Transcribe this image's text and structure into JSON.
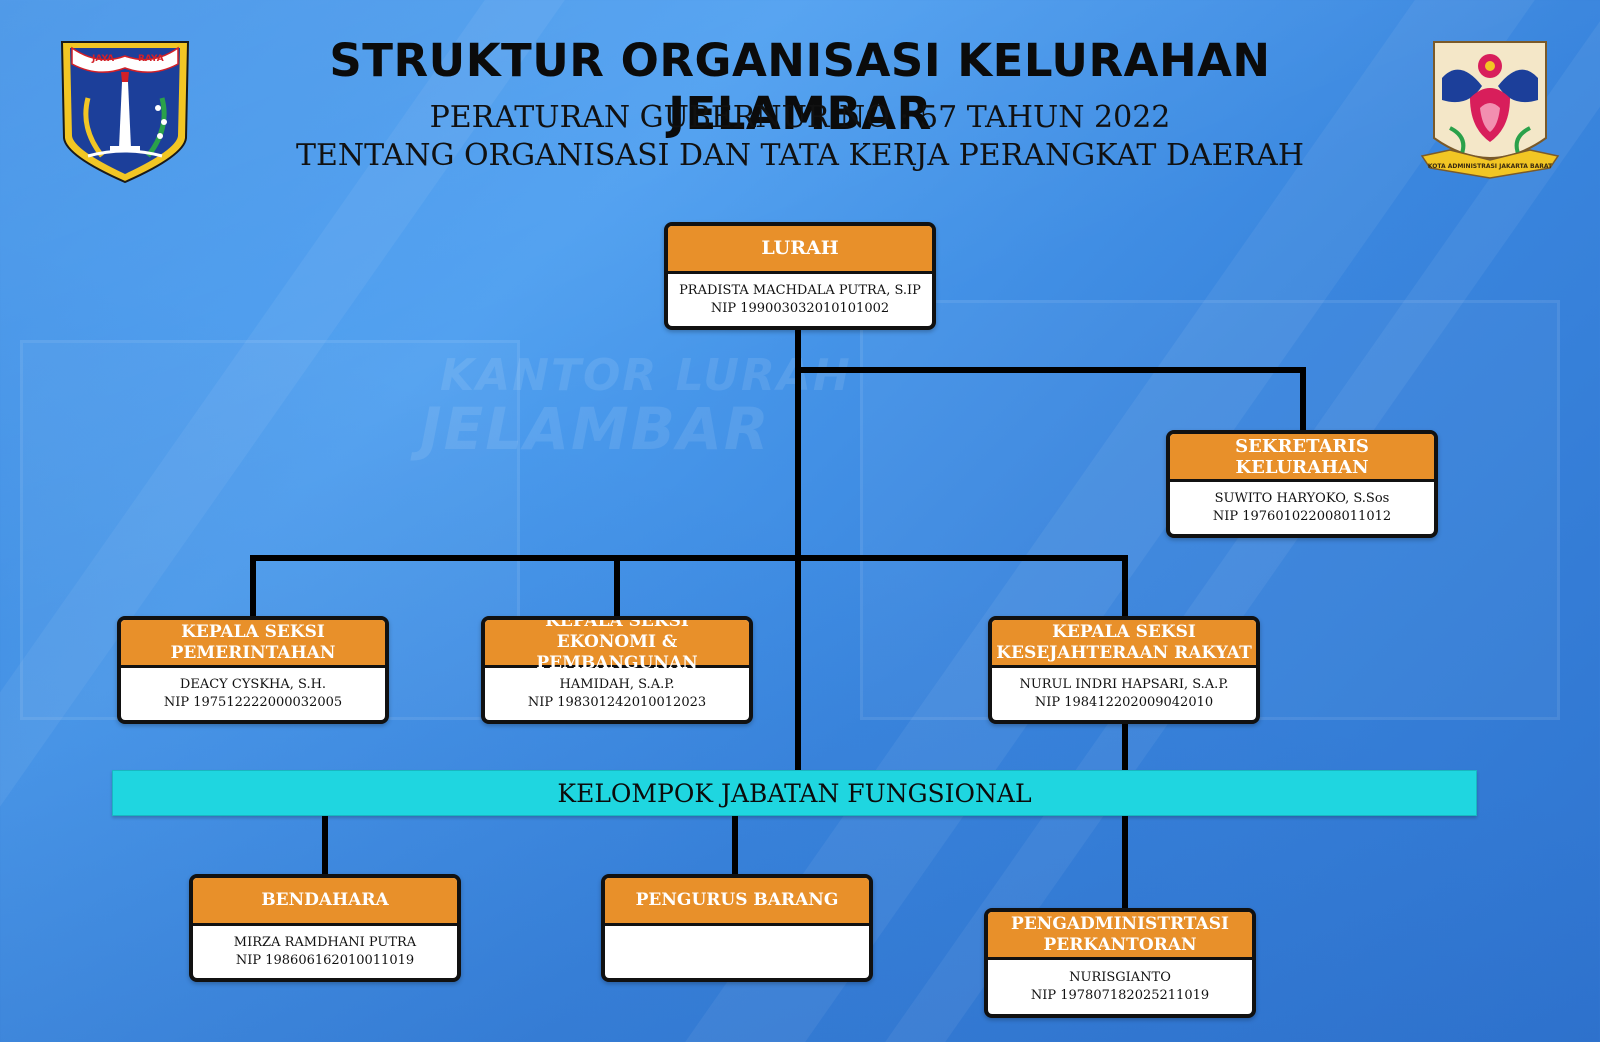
{
  "header": {
    "title": "STRUKTUR ORGANISASI KELURAHAN JELAMBAR",
    "subtitle_1": "PERATURAN GUBERNUR NO : 57 TAHUN 2022",
    "subtitle_2": "TENTANG ORGANISASI DAN TATA KERJA PERANGKAT DAERAH"
  },
  "logos": {
    "left": {
      "icon": "jakarta-coat-of-arms",
      "ribbon_left": "JAYA",
      "ribbon_right": "RAYA"
    },
    "right": {
      "icon": "jakarta-barat-emblem",
      "ribbon": "KOTA ADMINISTRASI JAKARTA BARAT"
    }
  },
  "colors": {
    "header_orange": "#e8902a",
    "band_cyan": "#1fd6e0",
    "background_blue": "#3d8fe6"
  },
  "nodes": {
    "lurah": {
      "role": "LURAH",
      "name": "PRADISTA MACHDALA PUTRA, S.IP",
      "nip": "NIP 199003032010101002"
    },
    "sekretaris": {
      "role": "SEKRETARIS KELURAHAN",
      "name": "SUWITO HARYOKO, S.Sos",
      "nip": "NIP 197601022008011012"
    },
    "pemerintahan": {
      "role_1": "KEPALA SEKSI",
      "role_2": "PEMERINTAHAN",
      "name": "DEACY CYSKHA, S.H.",
      "nip": "NIP 197512222000032005"
    },
    "ekonomi": {
      "role_1": "KEPALA SEKSI",
      "role_2": "EKONOMI & PEMBANGUNAN",
      "name": "HAMIDAH, S.A.P.",
      "nip": "NIP 198301242010012023"
    },
    "kesra": {
      "role_1": "KEPALA SEKSI",
      "role_2": "KESEJAHTERAAN RAKYAT",
      "name": "NURUL INDRI HAPSARI, S.A.P.",
      "nip": "NIP 198412202009042010"
    },
    "bendahara": {
      "role": "BENDAHARA",
      "name": "MIRZA RAMDHANI PUTRA",
      "nip": "NIP 198606162010011019"
    },
    "pengurus": {
      "role": "PENGURUS BARANG"
    },
    "pengadministrasi": {
      "role_1": "PENGADMINISTRTASI",
      "role_2": "PERKANTORAN",
      "name": "NURISGIANTO",
      "nip": "NIP 197807182025211019"
    }
  },
  "band": {
    "label": "KELOMPOK JABATAN FUNGSIONAL"
  },
  "background": {
    "building_sign_1": "KANTOR LURAH",
    "building_sign_2": "JELAMBAR"
  }
}
